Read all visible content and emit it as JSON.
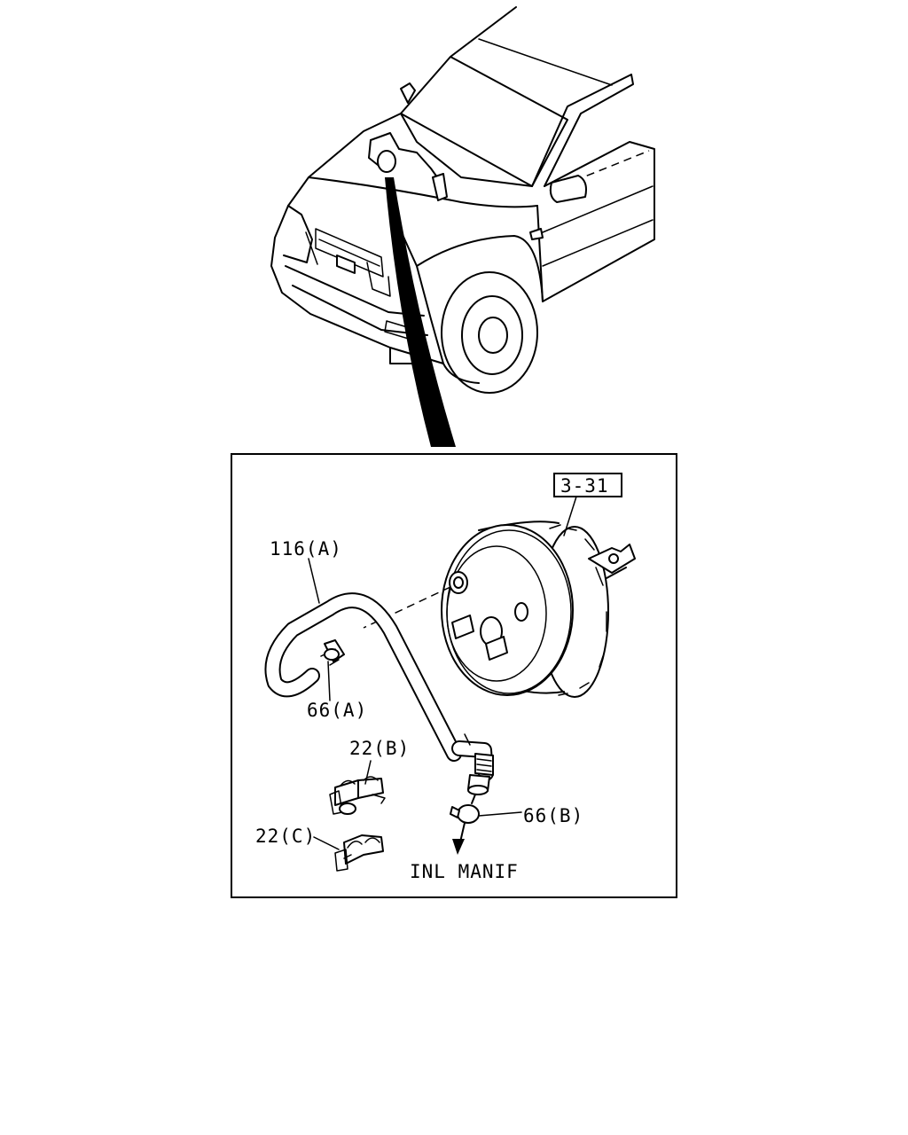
{
  "labels": {
    "ref_box": "3-31",
    "hose": "116(A)",
    "clip_a": "66(A)",
    "clamp_b": "22(B)",
    "clamp_c": "22(C)",
    "clip_b": "66(B)",
    "destination": "INL MANIF"
  }
}
